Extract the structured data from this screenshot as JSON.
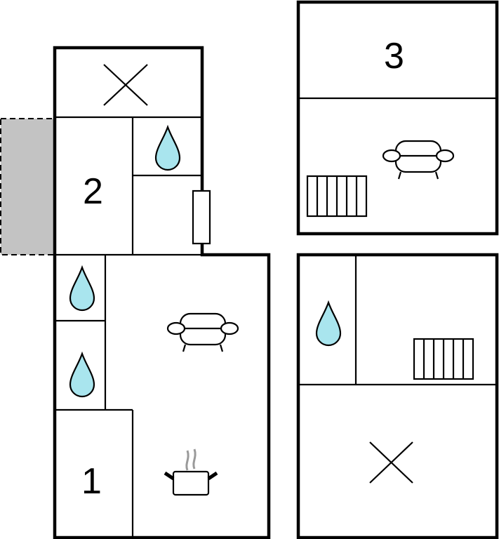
{
  "rooms": {
    "bedroom_2": {
      "label": "2"
    },
    "bedroom_1": {
      "label": "1"
    },
    "bedroom_3": {
      "label": "3"
    }
  },
  "icons": {
    "bathroom": "water-drop-icon",
    "living": "sofa-icon",
    "kitchen": "cooking-pot-icon",
    "heating": "radiator-icon",
    "void": "cross-icon",
    "window": "window-icon"
  },
  "colors": {
    "water": "#a9e5ee",
    "terrace": "#c3c3c3",
    "steam": "#9a9a9a"
  }
}
